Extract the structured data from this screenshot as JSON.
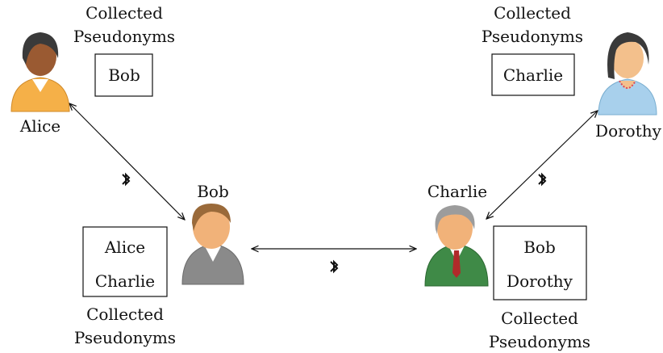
{
  "people": {
    "alice": {
      "name": "Alice"
    },
    "bob": {
      "name": "Bob"
    },
    "charlie": {
      "name": "Charlie"
    },
    "dorothy": {
      "name": "Dorothy"
    }
  },
  "collected_label": {
    "line1": "Collected",
    "line2": "Pseudonyms"
  },
  "collected": {
    "alice": [
      "Bob"
    ],
    "bob": [
      "Alice",
      "Charlie"
    ],
    "charlie": [
      "Bob",
      "Dorothy"
    ],
    "dorothy": [
      "Charlie"
    ]
  },
  "links": [
    {
      "from": "alice",
      "to": "bob",
      "icon": "bluetooth-icon"
    },
    {
      "from": "bob",
      "to": "charlie",
      "icon": "bluetooth-icon"
    },
    {
      "from": "charlie",
      "to": "dorothy",
      "icon": "bluetooth-icon"
    }
  ],
  "colors": {
    "alice_shirt": "#f5b048",
    "alice_hair": "#3a3a3a",
    "alice_skin": "#9a5a32",
    "bob_shirt": "#8a8a8a",
    "bob_hair": "#9a6a3a",
    "bob_skin": "#f1b279",
    "charlie_shirt": "#3f8a47",
    "charlie_hair": "#9c9c9c",
    "charlie_skin": "#f1b279",
    "charlie_tie": "#b02a2a",
    "dorothy_shirt": "#a8d0ec",
    "dorothy_hair": "#3a3a3a",
    "dorothy_skin": "#f3c08c",
    "necklace": "#d8485a"
  }
}
